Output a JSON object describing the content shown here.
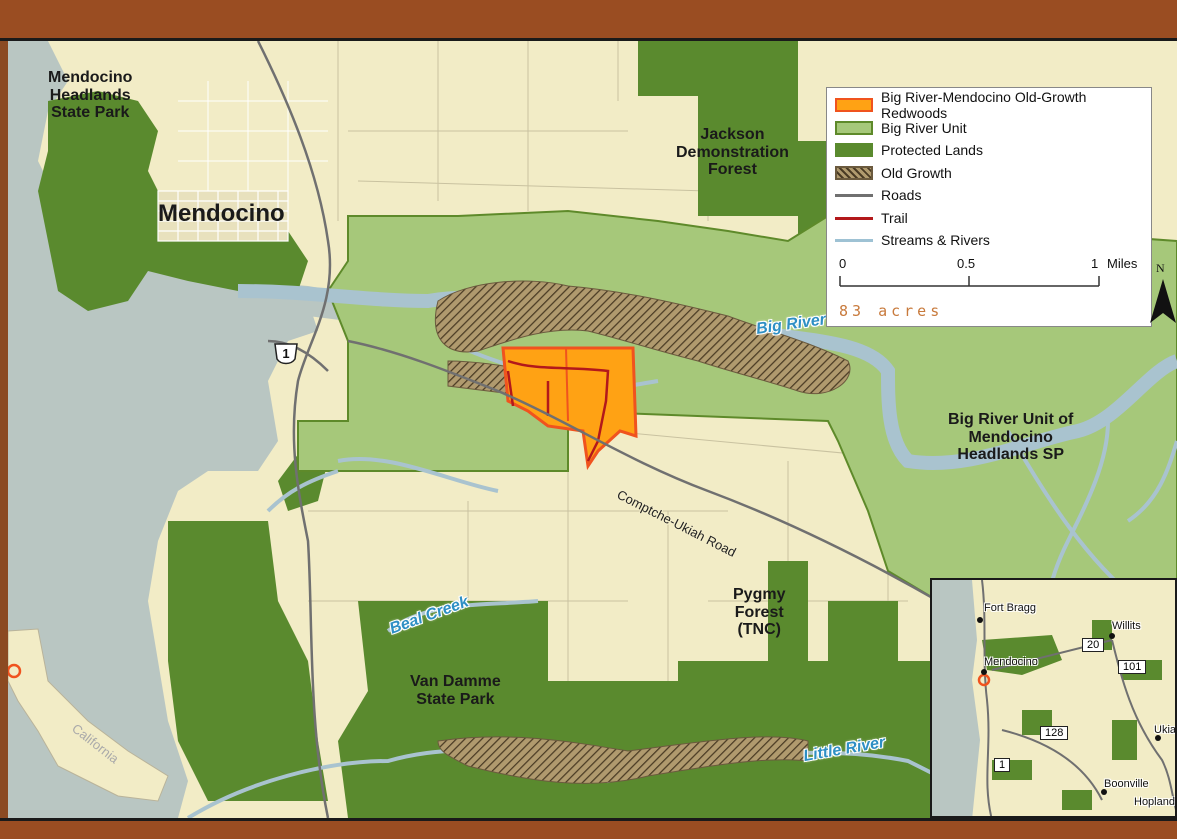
{
  "legend": {
    "items": [
      {
        "label": "Big River-Mendocino Old-Growth Redwoods",
        "kind": "fill",
        "color": "#ffa214",
        "stroke": "#f0531e"
      },
      {
        "label": "Big River Unit",
        "kind": "fill",
        "color": "#a6c87a",
        "stroke": "#5e8a2a"
      },
      {
        "label": "Protected Lands",
        "kind": "fill",
        "color": "#5a8a2e",
        "stroke": "#5a8a2e"
      },
      {
        "label": "Old Growth",
        "kind": "hatch",
        "color": "#7a6a4a",
        "stroke": "#6b5a3e"
      },
      {
        "label": "Roads",
        "kind": "line",
        "color": "#707070"
      },
      {
        "label": "Trail",
        "kind": "line",
        "color": "#b3181b"
      },
      {
        "label": "Streams & Rivers",
        "kind": "line",
        "color": "#9ec2d4"
      }
    ],
    "scale": {
      "ticks": [
        "0",
        "0.5",
        "1"
      ],
      "unit": "Miles"
    },
    "acres_text": "83 acres",
    "north_label": "N"
  },
  "labels": {
    "mendocino_headlands": "Mendocino\nHeadlands\nState Park",
    "mendocino_town": "Mendocino",
    "jackson": "Jackson\nDemonstration\nForest",
    "big_river_unit": "Big River Unit of\nMendocino\nHeadlands SP",
    "pygmy": "Pygmy\nForest\n(TNC)",
    "van_damme": "Van Damme\nState Park"
  },
  "water_labels": {
    "big_river": "Big River",
    "beal_creek": "Beal Creek",
    "little_river": "Little River"
  },
  "road_labels": {
    "comptche": "Comptche-Ukiah Road",
    "highway_1": "1"
  },
  "locator": {
    "state_label": "California"
  },
  "inset": {
    "towns": [
      "Fort Bragg",
      "Willits",
      "Mendocino",
      "Ukiah",
      "Boonville",
      "Hopland"
    ],
    "shields": [
      "20",
      "101",
      "128",
      "1"
    ]
  },
  "colors": {
    "ocean": "#b9c6c2",
    "land": "#f2ecc6",
    "protected": "#5a8a2e",
    "big_river_unit": "#a6c87a",
    "old_growth_fill": "#ffa214",
    "old_growth_outline": "#f0531e",
    "river": "#a9c3cf",
    "road": "#707070",
    "trail": "#b3181b",
    "frame": "#9a4d22"
  }
}
